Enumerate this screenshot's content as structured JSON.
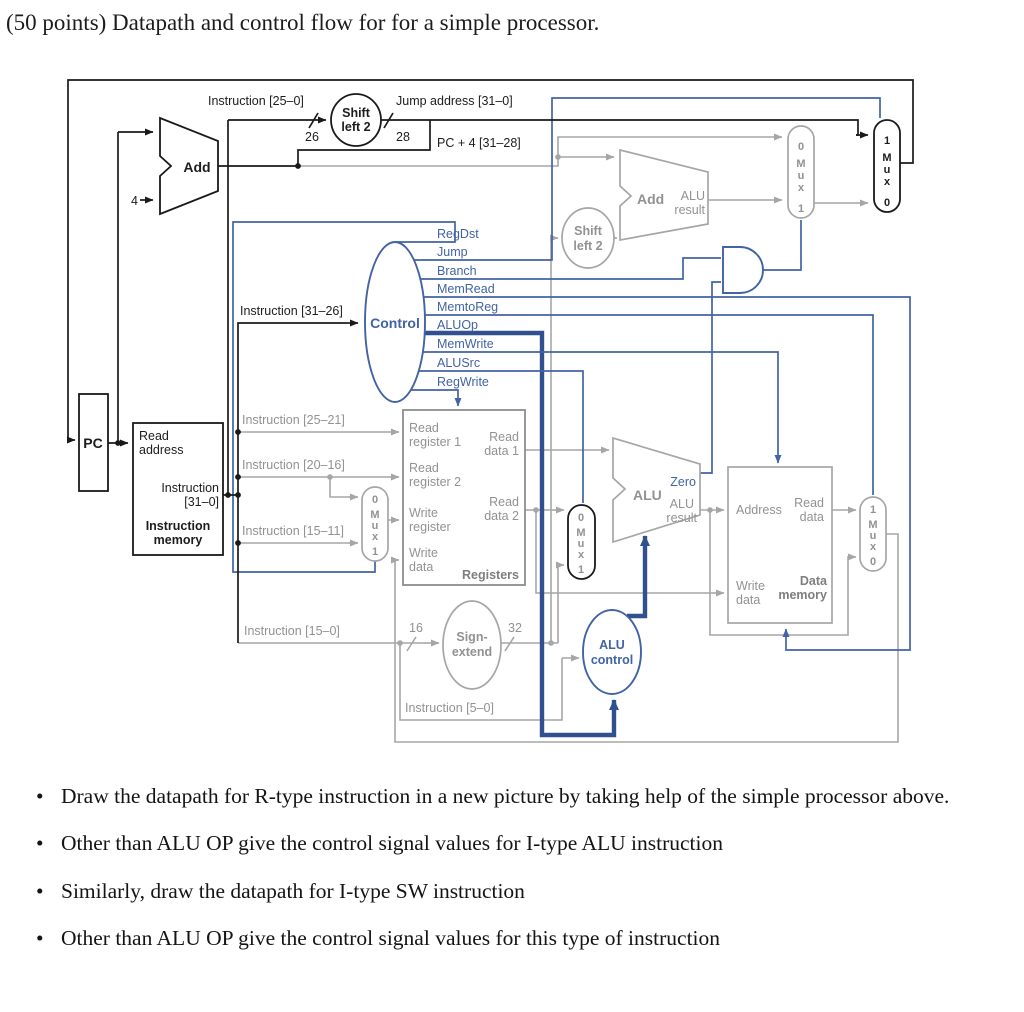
{
  "title": "(50 points) Datapath and control flow for for a simple processor.",
  "d": {
    "instr25_0": "Instruction [25–0]",
    "jump_addr": "Jump address [31–0]",
    "pc4": "PC + 4 [31–28]",
    "n26": "26",
    "n28": "28",
    "n16": "16",
    "n32": "32",
    "n4": "4",
    "shift1": "Shift",
    "shift2": "left 2",
    "add": "Add",
    "pc": "PC",
    "control": "Control",
    "instr31_26": "Instruction [31–26]",
    "instr25_21": "Instruction [25–21]",
    "instr20_16": "Instruction [20–16]",
    "instr15_11": "Instruction [15–11]",
    "instr15_0": "Instruction [15–0]",
    "instr5_0": "Instruction [5–0]",
    "sig": [
      "RegDst",
      "Jump",
      "Branch",
      "MemRead",
      "MemtoReg",
      "ALUOp",
      "MemWrite",
      "ALUSrc",
      "RegWrite"
    ],
    "im": {
      "read": "Read",
      "address": "address",
      "instr": "Instruction",
      "bits": "[31–0]",
      "n1": "Instruction",
      "n2": "memory"
    },
    "rf": {
      "rr1a": "Read",
      "rr1b": "register 1",
      "rr2a": "Read",
      "rr2b": "register 2",
      "wra": "Write",
      "wrb": "register",
      "wda": "Write",
      "wdb": "data",
      "rd1a": "Read",
      "rd1b": "data 1",
      "rd2a": "Read",
      "rd2b": "data 2",
      "name": "Registers"
    },
    "alu": {
      "name": "ALU",
      "zero": "Zero",
      "r1": "ALU",
      "r2": "result"
    },
    "add2": {
      "name": "Add",
      "r1": "ALU",
      "r2": "result"
    },
    "se": {
      "l1": "Sign-",
      "l2": "extend"
    },
    "ac": {
      "l1": "ALU",
      "l2": "control"
    },
    "dm": {
      "addr": "Address",
      "r1": "Read",
      "r2": "data",
      "w1": "Write",
      "w2": "data",
      "n1": "Data",
      "n2": "memory"
    },
    "mux": {
      "m": "M",
      "u": "u",
      "x": "x",
      "n0": "0",
      "n1": "1"
    }
  },
  "bullets": [
    "Draw the datapath for R-type instruction in a new picture by taking help of the simple processor above.",
    "Other than ALU OP give the control signal values for I-type ALU instruction",
    "Similarly, draw the datapath for I-type SW instruction",
    "Other than ALU OP give the control signal values for this type of instruction"
  ]
}
